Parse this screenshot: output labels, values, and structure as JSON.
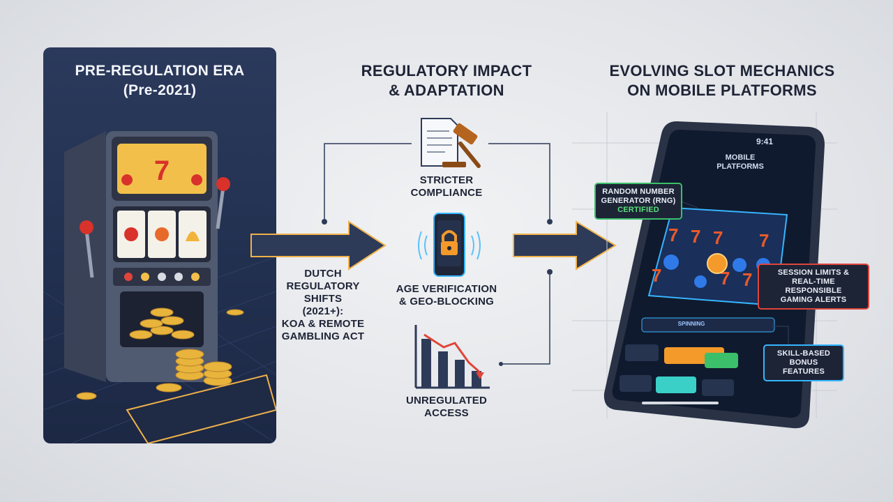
{
  "left_panel": {
    "title_line1": "PRE-REGULATION ERA",
    "title_line2": "(Pre-2021)"
  },
  "dutch_shifts": {
    "line1": "DUTCH",
    "line2": "REGULATORY",
    "line3": "SHIFTS",
    "line4": "(2021+):",
    "line5": "KOA & REMOTE",
    "line6": "GAMBLING ACT"
  },
  "middle": {
    "title_line1": "REGULATORY IMPACT",
    "title_line2": "& ADAPTATION",
    "item1_line1": "STRICTER",
    "item1_line2": "COMPLIANCE",
    "item2_line1": "AGE VERIFICATION",
    "item2_line2": "& GEO-BLOCKING",
    "item3_line1": "UNREGULATED",
    "item3_line2": "ACCESS"
  },
  "right": {
    "title_line1": "EVOLVING SLOT MECHANICS",
    "title_line2": "ON MOBILE PLATFORMS",
    "phone_time": "9:41",
    "phone_header_line1": "MOBILE",
    "phone_header_line2": "PLATFORMS",
    "phone_bar_label": "SPINNING",
    "callout_rng_line1": "RANDOM NUMBER",
    "callout_rng_line2": "GENERATOR (RNG)",
    "callout_rng_line3": "CERTIFIED",
    "callout_session_line1": "SESSION LIMITS &",
    "callout_session_line2": "REAL-TIME RESPONSIBLE",
    "callout_session_line3": "GAMING ALERTS",
    "callout_skill_line1": "SKILL-BASED",
    "callout_skill_line2": "BONUS FEATURES"
  },
  "colors": {
    "panel": "#223050",
    "arrow": "#2d3a58",
    "arrow_outline": "#f0b24a",
    "accent_orange": "#f39a2a",
    "accent_green": "#3bbf6a",
    "accent_red": "#e0443a",
    "neon_blue": "#36b6ff"
  }
}
